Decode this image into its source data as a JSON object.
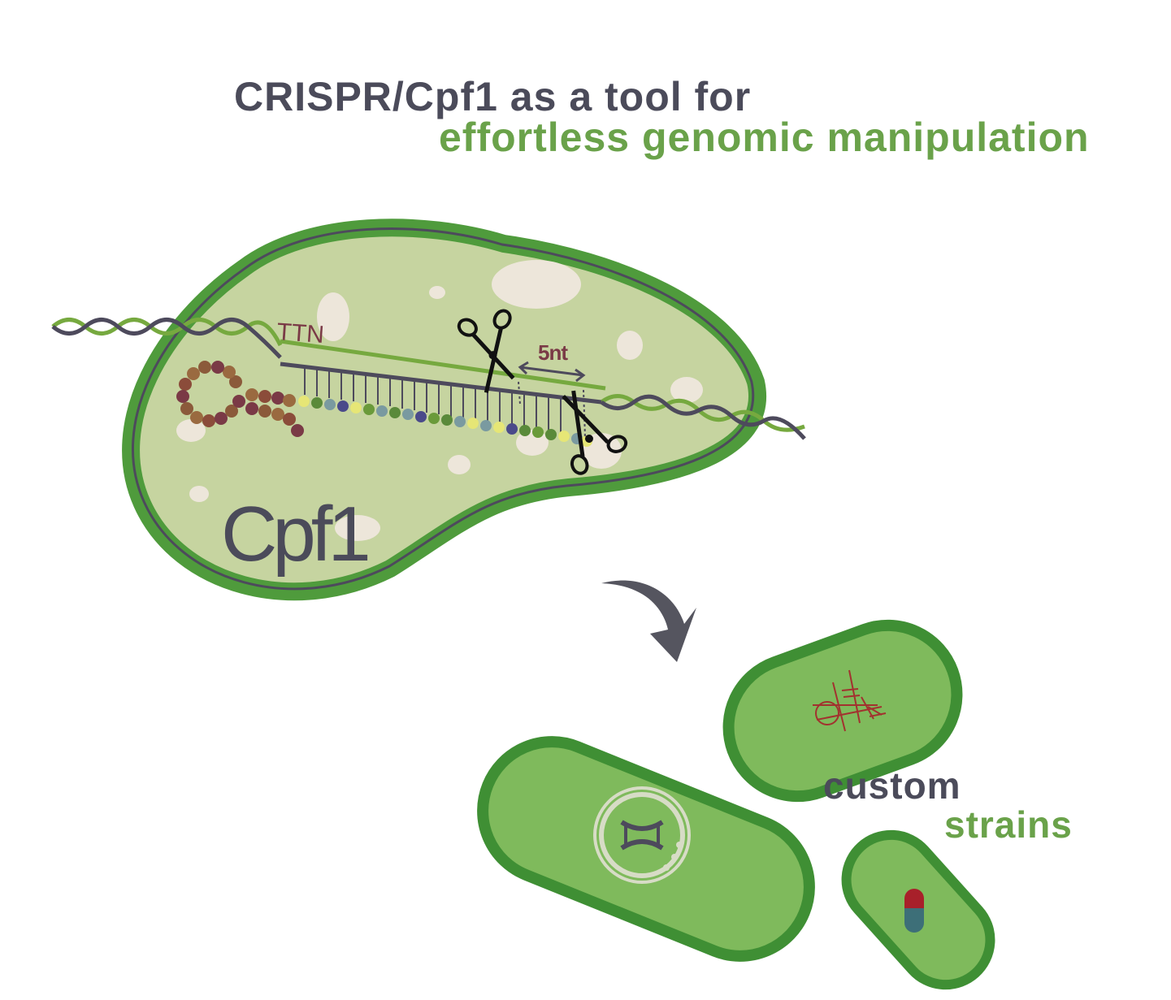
{
  "title": {
    "line1": "CRISPR/Cpf1 as a tool for",
    "line2": "effortless genomic manipulation"
  },
  "protein_label": "Cpf1",
  "pam_label": "TTN",
  "cut_offset_label": "5nt",
  "result_label": {
    "line1": "custom",
    "line2": "strains"
  },
  "colors": {
    "title_dark": "#4b4b5a",
    "title_green": "#6aa24a",
    "protein_fill": "#c6d4a0",
    "protein_border": "#4f9b3c",
    "cell_fill": "#7fba5c",
    "cell_border": "#3f8f34",
    "dna_green": "#76a93f",
    "dna_dark": "#4d4a5c",
    "pam_text": "#7a3a46",
    "arrow": "#55555f",
    "crrna_loop": "#8b4c3a",
    "capsule_red": "#a8202a",
    "capsule_teal": "#3d6f78"
  },
  "icons": [
    "scissors-icon",
    "genome-cycle-icon",
    "dna-circuit-icon",
    "capsule-icon",
    "curved-arrow-icon"
  ]
}
